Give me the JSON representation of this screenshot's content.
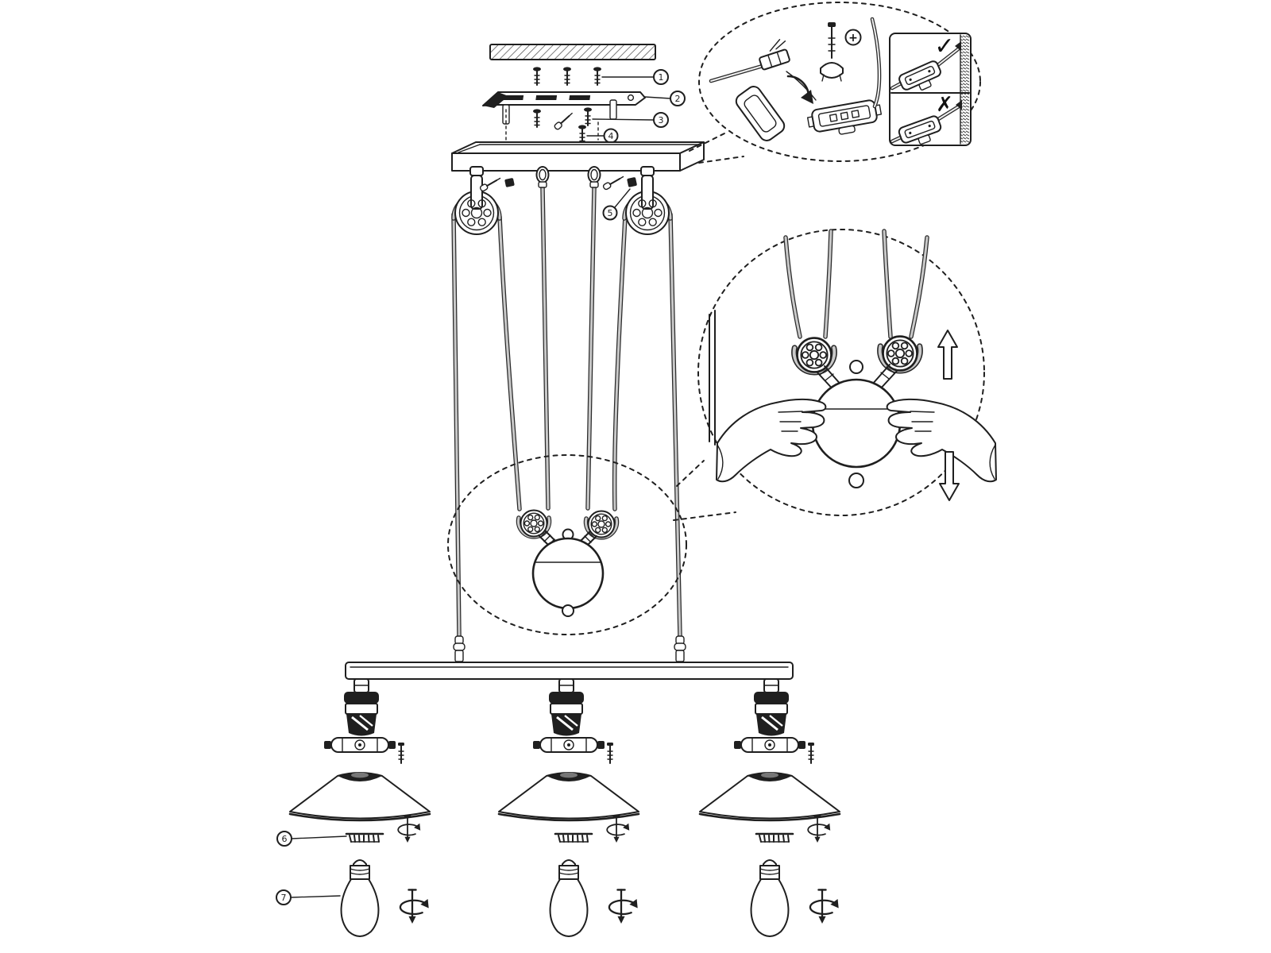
{
  "figure": {
    "type": "pendant-lamp-assembly-instruction",
    "background": "#ffffff",
    "ink_color": "#1f1f1f",
    "cable_color": "#c9c9c9"
  },
  "callouts": {
    "c1": "1",
    "c2": "2",
    "c3": "3",
    "c4": "4",
    "c5": "5",
    "c6": "6",
    "c7": "7"
  },
  "symbols": {
    "check": "✓",
    "cross": "✗",
    "phillips_screw": "+"
  }
}
